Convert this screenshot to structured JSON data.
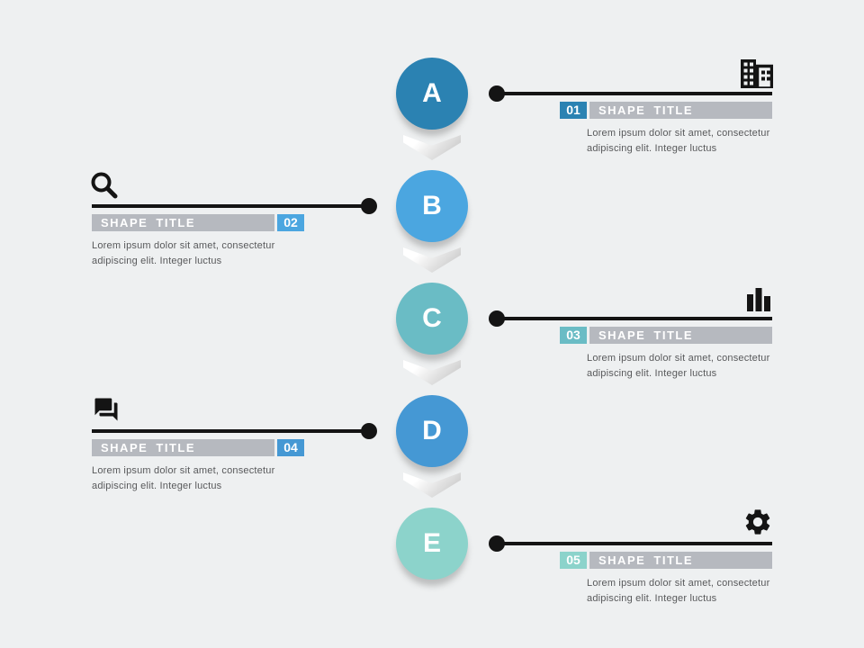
{
  "slide": {
    "background": "#eef0f1",
    "line_color": "#141414",
    "bar_color": "#b6b9bf",
    "desc_color": "#58595b",
    "chevron_gradient": [
      "#ffffff",
      "#c3c3c3"
    ],
    "icon_color": "#141414"
  },
  "steps": [
    {
      "letter": "A",
      "number": "01",
      "side": "right",
      "color": "#2b82b2",
      "icon": "building-icon",
      "title": "SHAPE TITLE",
      "desc1": "Lorem ipsum dolor sit amet, consectetur",
      "desc2": "adipiscing elit. Integer luctus"
    },
    {
      "letter": "B",
      "number": "02",
      "side": "left",
      "color": "#4ba6e0",
      "icon": "search-icon",
      "title": "SHAPE TITLE",
      "desc1": "Lorem ipsum dolor sit amet, consectetur",
      "desc2": "adipiscing elit. Integer luctus"
    },
    {
      "letter": "C",
      "number": "03",
      "side": "right",
      "color": "#6abcc5",
      "icon": "bar-chart-icon",
      "title": "SHAPE TITLE",
      "desc1": "Lorem ipsum dolor sit amet, consectetur",
      "desc2": "adipiscing elit. Integer luctus"
    },
    {
      "letter": "D",
      "number": "04",
      "side": "left",
      "color": "#4598d4",
      "icon": "chat-icon",
      "title": "SHAPE TITLE",
      "desc1": "Lorem ipsum dolor sit amet, consectetur",
      "desc2": "adipiscing elit. Integer luctus"
    },
    {
      "letter": "E",
      "number": "05",
      "side": "right",
      "color": "#8cd3cb",
      "icon": "gear-icon",
      "title": "SHAPE TITLE",
      "desc1": "Lorem ipsum dolor sit amet, consectetur",
      "desc2": "adipiscing elit. Integer luctus"
    }
  ]
}
